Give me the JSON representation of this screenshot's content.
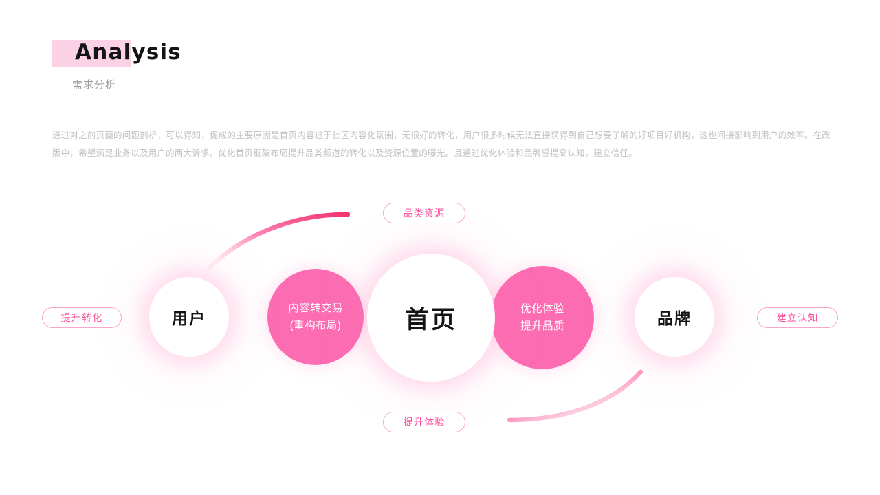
{
  "header": {
    "title": "Analysis",
    "subtitle": "需求分析",
    "highlight_color": "#fbd2e5"
  },
  "intro": {
    "paragraph": "通过对之前页面的问题剖析，可以得知，促成的主要原因是首页内容过于社区内容化氛围，无很好的转化，用户很多时候无法直接获得到自己想要了解的好项目好机构，这也间接影响到用户的效率。在改版中，希望满足业务以及用户的两大诉求。优化首页框架布局提升品类频道的转化以及资源位置的曝光。且通过优化体验和品牌感提高认知，建立信任。"
  },
  "diagram": {
    "nodes": [
      {
        "id": "user",
        "label": "用户",
        "type": "white"
      },
      {
        "id": "content",
        "label_line1": "内容转交易",
        "label_line2": "(重构布局)",
        "type": "pink"
      },
      {
        "id": "home",
        "label": "首页",
        "type": "white"
      },
      {
        "id": "exp",
        "label_line1": "优化体验",
        "label_line2": "提升品质",
        "type": "pink"
      },
      {
        "id": "brand",
        "label": "品牌",
        "type": "white"
      }
    ],
    "pills": [
      {
        "id": "left",
        "label": "提升转化"
      },
      {
        "id": "top",
        "label": "品类资源"
      },
      {
        "id": "bottom",
        "label": "提升体验"
      },
      {
        "id": "right",
        "label": "建立认知"
      }
    ],
    "colors": {
      "pink_fill": "#fc6cb2",
      "pill_text": "#fd4f9e",
      "pill_border": "#f9a6cd",
      "arc_strong": "#f5326e",
      "arc_fade": "#ffd9e9",
      "text_dark": "#141414",
      "paragraph_gray": "#c2c2c2",
      "subtitle_gray": "#9e9e9e"
    },
    "arcs": [
      {
        "id": "top-arc",
        "from": "user",
        "to": "top-pill"
      },
      {
        "id": "bottom-arc",
        "from": "bottom-pill",
        "to": "brand"
      }
    ]
  }
}
